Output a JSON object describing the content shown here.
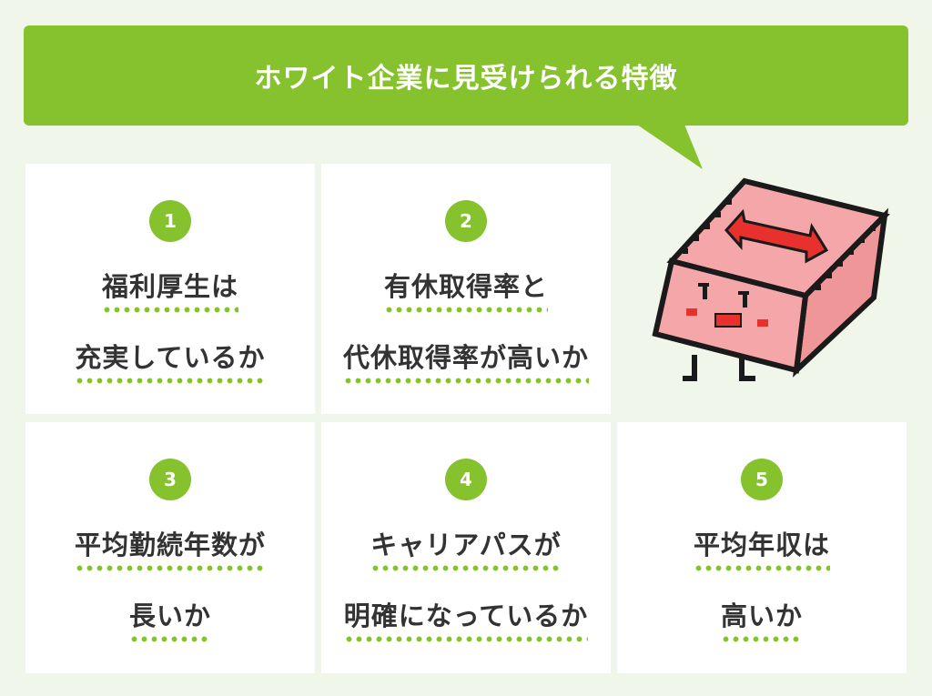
{
  "banner": {
    "title": "ホワイト企業に見受けられる特徴"
  },
  "cards": [
    {
      "number": "1",
      "line1": "福利厚生は",
      "line2": "充実しているか"
    },
    {
      "number": "2",
      "line1": "有休取得率と",
      "line2": "代休取得率が高いか"
    },
    {
      "number": "3",
      "line1": "平均勤続年数が",
      "line2": "長いか"
    },
    {
      "number": "4",
      "line1": "キャリアパスが",
      "line2": "明確になっているか"
    },
    {
      "number": "5",
      "line1": "平均年収は",
      "line2": "高いか"
    }
  ],
  "colors": {
    "accent": "#86c12e",
    "background": "#f0f6ea",
    "card": "#ffffff",
    "text": "#333333",
    "mascot_body": "#f4a6a8",
    "mascot_arrow": "#e8302c"
  },
  "mascot": {
    "icon": "pink-box-character-icon"
  }
}
